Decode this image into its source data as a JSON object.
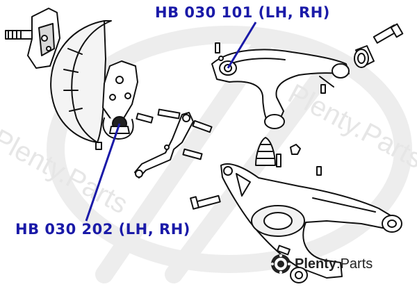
{
  "labels": {
    "upper_part": "HB 030 101 (LH, RH)",
    "lower_part": "HB 030 202 (LH, RH)"
  },
  "brand": {
    "name_bold": "Plenty",
    "name_regular": ".Parts",
    "logo": "plenty-parts-logo-icon"
  },
  "watermark": {
    "text": "Plenty.Parts"
  },
  "colors": {
    "label_text": "#1a1aa8",
    "leader_line": "#1a1aa8",
    "line_art": "#111111",
    "watermark": "#e6e6e6"
  }
}
